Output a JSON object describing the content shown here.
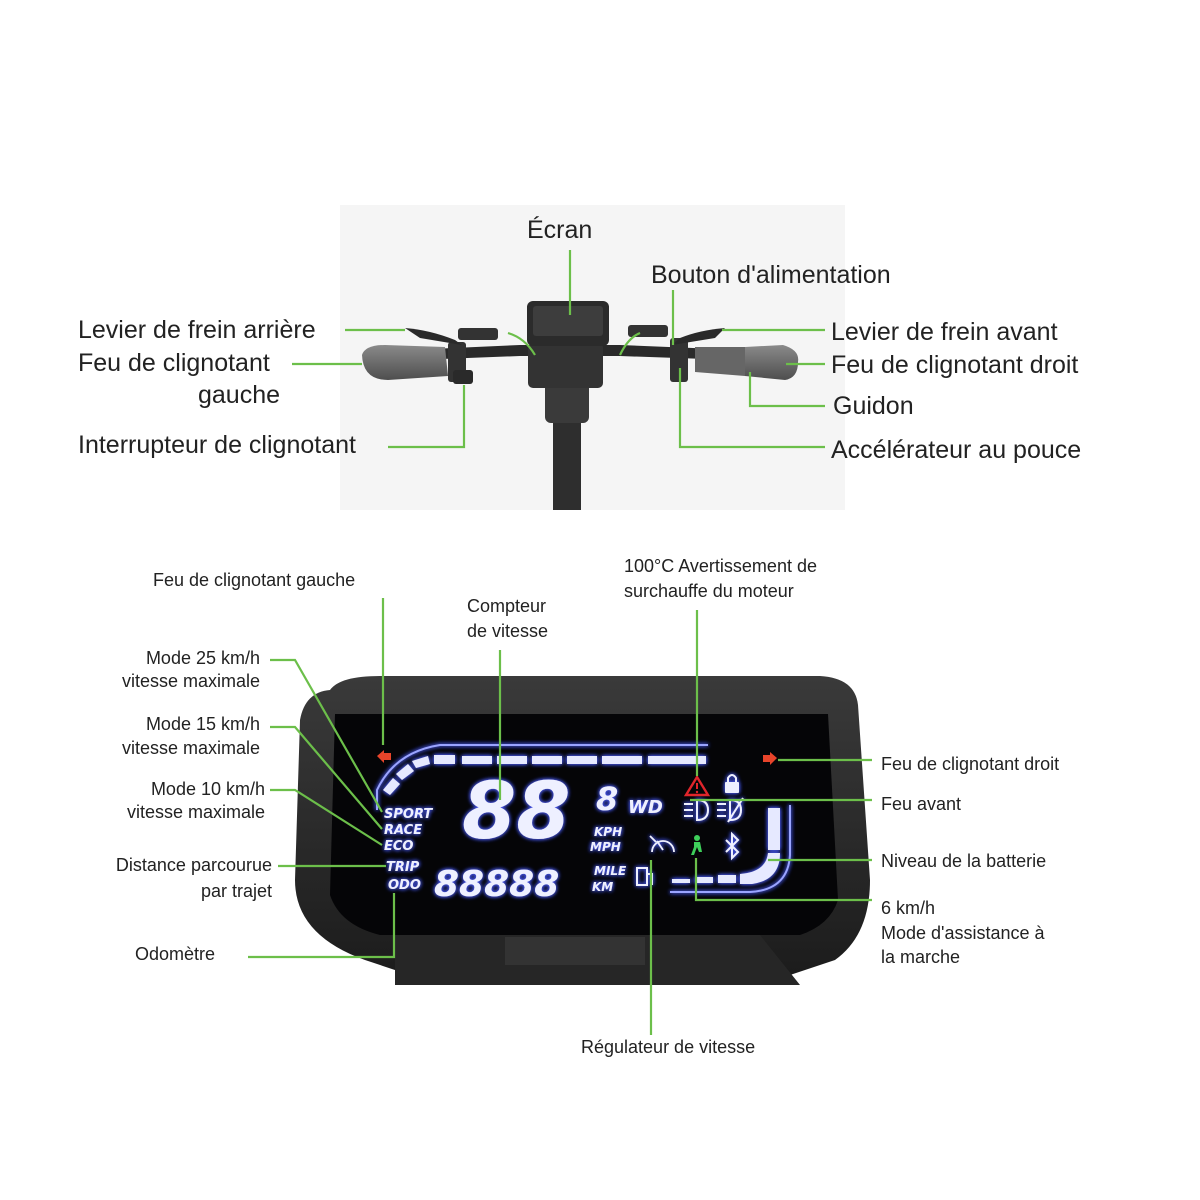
{
  "handlebar": {
    "labels": {
      "screen": "Écran",
      "power_button": "Bouton d'alimentation",
      "rear_brake": "Levier de frein arrière",
      "left_indicator_1": "Feu de clignotant",
      "left_indicator_2": "gauche",
      "indicator_switch": "Interrupteur de clignotant",
      "front_brake": "Levier de frein avant",
      "right_indicator": "Feu de clignotant droit",
      "handlebar": "Guidon",
      "thumb_throttle": "Accélérateur au pouce"
    }
  },
  "display": {
    "labels": {
      "left_indicator": "Feu de clignotant gauche",
      "speedometer_1": "Compteur",
      "speedometer_2": "de vitesse",
      "overheat_1": "100°C Avertissement de",
      "overheat_2": "surchauffe du moteur",
      "mode25_1": "Mode 25 km/h",
      "mode25_2": "vitesse maximale",
      "mode15_1": "Mode 15 km/h",
      "mode15_2": "vitesse maximale",
      "mode10_1": "Mode 10 km/h",
      "mode10_2": "vitesse maximale",
      "trip_1": "Distance parcourue",
      "trip_2": "par trajet",
      "odometer": "Odomètre",
      "right_indicator": "Feu de clignotant droit",
      "headlight": "Feu avant",
      "battery": "Niveau de la batterie",
      "walk_1": "6 km/h",
      "walk_2": "Mode d'assistance à",
      "walk_3": "la marche",
      "cruise": "Régulateur de vitesse"
    },
    "lcd": {
      "sport": "SPORT",
      "race": "RACE",
      "eco": "ECO",
      "trip": "TRIP",
      "odo": "ODO",
      "speed": "88",
      "gear": "8",
      "wd": "WD",
      "kph": "KPH",
      "mph": "MPH",
      "odometer": "88888",
      "mile": "MILE",
      "km": "KM"
    },
    "colors": {
      "leader": "#6cbf4a",
      "lcd": "#eef0ff",
      "indicator": "#e8442a",
      "warning": "#e0252b",
      "walk": "#3ecf5a"
    }
  }
}
